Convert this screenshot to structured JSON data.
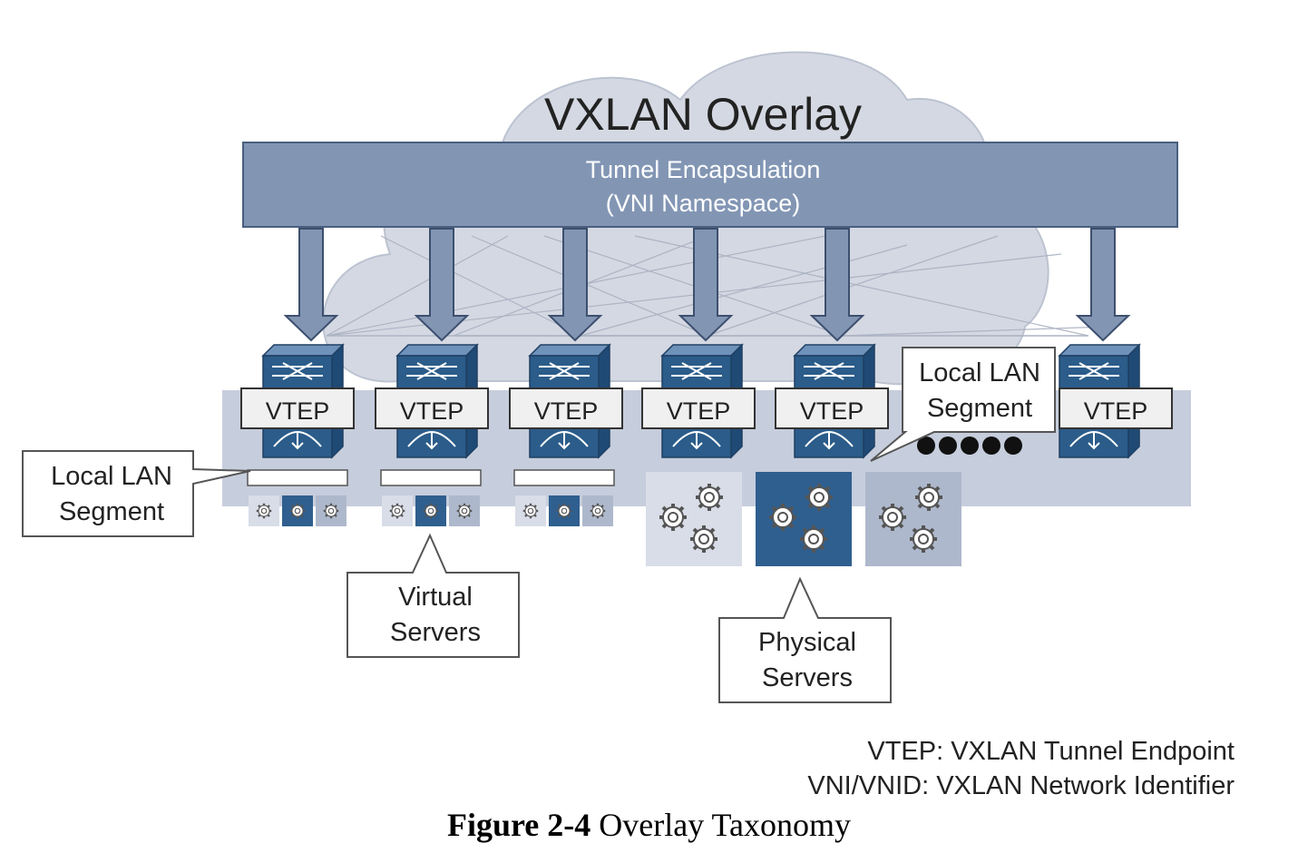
{
  "overlay": {
    "title": "VXLAN Overlay"
  },
  "tunnel": {
    "line1": "Tunnel Encapsulation",
    "line2": "(VNI Namespace)"
  },
  "vteps": [
    "VTEP",
    "VTEP",
    "VTEP",
    "VTEP",
    "VTEP",
    "VTEP"
  ],
  "callouts": {
    "local_lan_left": {
      "line1": "Local LAN",
      "line2": "Segment"
    },
    "local_lan_right": {
      "line1": "Local LAN",
      "line2": "Segment"
    },
    "virtual_servers": {
      "line1": "Virtual",
      "line2": "Servers"
    },
    "physical_servers": {
      "line1": "Physical",
      "line2": "Servers"
    }
  },
  "legend": {
    "line1": "VTEP: VXLAN Tunnel Endpoint",
    "line2": "VNI/VNID: VXLAN Network Identifier"
  },
  "caption": {
    "number": "Figure 2-4",
    "title": "Overlay Taxonomy"
  },
  "colors": {
    "cloud": "#d4d8e2",
    "tunnel_bar": "#8296b4",
    "switch_blue": "#2b5c8a",
    "lan_band": "#c6cddc",
    "server_light": "#d8dde8",
    "server_dark": "#2f5f8f",
    "server_mid": "#aeb8cc"
  },
  "icons": [
    "cloud-icon",
    "switch-icon",
    "gear-icon",
    "ellipsis-dots-icon"
  ]
}
